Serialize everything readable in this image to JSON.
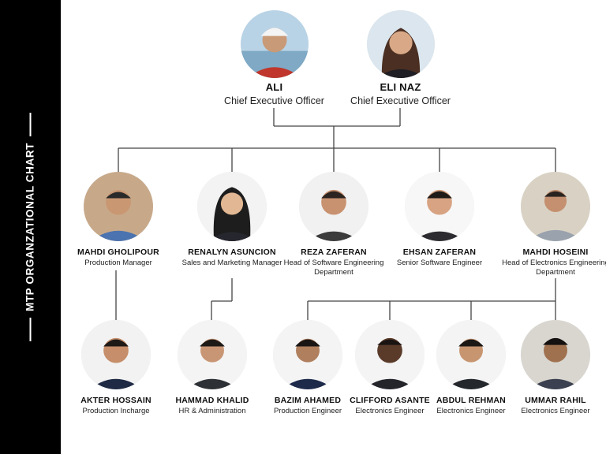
{
  "chart_title": "MTP ORGANZATIONAL CHART",
  "top": [
    {
      "name": "ALI",
      "role": "Chief Executive Officer"
    },
    {
      "name": "ELI NAZ",
      "role": "Chief Executive Officer"
    }
  ],
  "middle": [
    {
      "name": "MAHDI GHOLIPOUR",
      "role": "Production Manager"
    },
    {
      "name": "RENALYN ASUNCION",
      "role": "Sales and Marketing Manager"
    },
    {
      "name": "REZA ZAFERAN",
      "role": "Head of Software Engineering Department"
    },
    {
      "name": "EHSAN ZAFERAN",
      "role": "Senior Software Engineer"
    },
    {
      "name": "MAHDI HOSEINI",
      "role": "Head of Electronics Engineering Department"
    }
  ],
  "bottom": [
    {
      "name": "AKTER HOSSAIN",
      "role": "Production Incharge"
    },
    {
      "name": "HAMMAD KHALID",
      "role": "HR & Administration"
    },
    {
      "name": "BAZIM AHAMED",
      "role": "Production Engineer"
    },
    {
      "name": "CLIFFORD ASANTE",
      "role": "Electronics Engineer"
    },
    {
      "name": "ABDUL REHMAN",
      "role": "Electronics Engineer"
    },
    {
      "name": "UMMAR RAHIL",
      "role": "Electronics Engineer"
    }
  ],
  "colors": {
    "sidebar": "#000000",
    "line": "#444444",
    "text": "#111111"
  }
}
